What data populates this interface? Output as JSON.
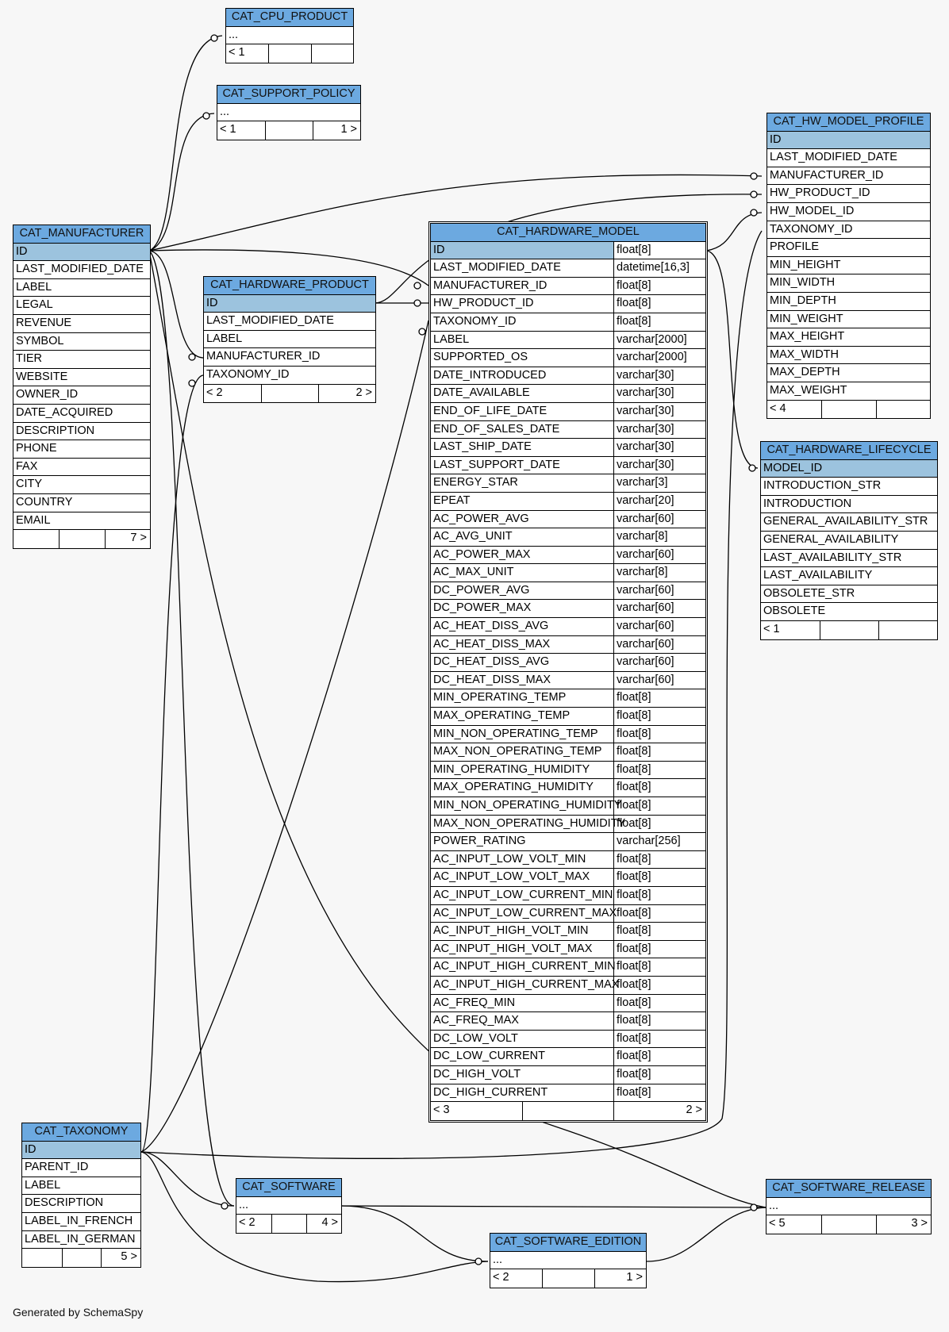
{
  "footer": "Generated by SchemaSpy",
  "tables": {
    "cpu_product": {
      "name": "CAT_CPU_PRODUCT",
      "rows": [
        "..."
      ],
      "foot": [
        "< 1",
        "",
        ""
      ]
    },
    "support_policy": {
      "name": "CAT_SUPPORT_POLICY",
      "rows": [
        "..."
      ],
      "foot": [
        "< 1",
        "",
        "1 >"
      ]
    },
    "manufacturer": {
      "name": "CAT_MANUFACTURER",
      "rows": [
        "ID",
        "LAST_MODIFIED_DATE",
        "LABEL",
        "LEGAL",
        "REVENUE",
        "SYMBOL",
        "TIER",
        "WEBSITE",
        "OWNER_ID",
        "DATE_ACQUIRED",
        "DESCRIPTION",
        "PHONE",
        "FAX",
        "CITY",
        "COUNTRY",
        "EMAIL"
      ],
      "foot": [
        "",
        "",
        "7 >"
      ]
    },
    "hardware_product": {
      "name": "CAT_HARDWARE_PRODUCT",
      "rows": [
        "ID",
        "LAST_MODIFIED_DATE",
        "LABEL",
        "MANUFACTURER_ID",
        "TAXONOMY_ID"
      ],
      "foot": [
        "< 2",
        "",
        "2 >"
      ]
    },
    "hardware_model": {
      "name": "CAT_HARDWARE_MODEL",
      "rows": [
        [
          "ID",
          "float[8]"
        ],
        [
          "LAST_MODIFIED_DATE",
          "datetime[16,3]"
        ],
        [
          "MANUFACTURER_ID",
          "float[8]"
        ],
        [
          "HW_PRODUCT_ID",
          "float[8]"
        ],
        [
          "TAXONOMY_ID",
          "float[8]"
        ],
        [
          "LABEL",
          "varchar[2000]"
        ],
        [
          "SUPPORTED_OS",
          "varchar[2000]"
        ],
        [
          "DATE_INTRODUCED",
          "varchar[30]"
        ],
        [
          "DATE_AVAILABLE",
          "varchar[30]"
        ],
        [
          "END_OF_LIFE_DATE",
          "varchar[30]"
        ],
        [
          "END_OF_SALES_DATE",
          "varchar[30]"
        ],
        [
          "LAST_SHIP_DATE",
          "varchar[30]"
        ],
        [
          "LAST_SUPPORT_DATE",
          "varchar[30]"
        ],
        [
          "ENERGY_STAR",
          "varchar[3]"
        ],
        [
          "EPEAT",
          "varchar[20]"
        ],
        [
          "AC_POWER_AVG",
          "varchar[60]"
        ],
        [
          "AC_AVG_UNIT",
          "varchar[8]"
        ],
        [
          "AC_POWER_MAX",
          "varchar[60]"
        ],
        [
          "AC_MAX_UNIT",
          "varchar[8]"
        ],
        [
          "DC_POWER_AVG",
          "varchar[60]"
        ],
        [
          "DC_POWER_MAX",
          "varchar[60]"
        ],
        [
          "AC_HEAT_DISS_AVG",
          "varchar[60]"
        ],
        [
          "AC_HEAT_DISS_MAX",
          "varchar[60]"
        ],
        [
          "DC_HEAT_DISS_AVG",
          "varchar[60]"
        ],
        [
          "DC_HEAT_DISS_MAX",
          "varchar[60]"
        ],
        [
          "MIN_OPERATING_TEMP",
          "float[8]"
        ],
        [
          "MAX_OPERATING_TEMP",
          "float[8]"
        ],
        [
          "MIN_NON_OPERATING_TEMP",
          "float[8]"
        ],
        [
          "MAX_NON_OPERATING_TEMP",
          "float[8]"
        ],
        [
          "MIN_OPERATING_HUMIDITY",
          "float[8]"
        ],
        [
          "MAX_OPERATING_HUMIDITY",
          "float[8]"
        ],
        [
          "MIN_NON_OPERATING_HUMIDITY",
          "float[8]"
        ],
        [
          "MAX_NON_OPERATING_HUMIDITY",
          "float[8]"
        ],
        [
          "POWER_RATING",
          "varchar[256]"
        ],
        [
          "AC_INPUT_LOW_VOLT_MIN",
          "float[8]"
        ],
        [
          "AC_INPUT_LOW_VOLT_MAX",
          "float[8]"
        ],
        [
          "AC_INPUT_LOW_CURRENT_MIN",
          "float[8]"
        ],
        [
          "AC_INPUT_LOW_CURRENT_MAX",
          "float[8]"
        ],
        [
          "AC_INPUT_HIGH_VOLT_MIN",
          "float[8]"
        ],
        [
          "AC_INPUT_HIGH_VOLT_MAX",
          "float[8]"
        ],
        [
          "AC_INPUT_HIGH_CURRENT_MIN",
          "float[8]"
        ],
        [
          "AC_INPUT_HIGH_CURRENT_MAX",
          "float[8]"
        ],
        [
          "AC_FREQ_MIN",
          "float[8]"
        ],
        [
          "AC_FREQ_MAX",
          "float[8]"
        ],
        [
          "DC_LOW_VOLT",
          "float[8]"
        ],
        [
          "DC_LOW_CURRENT",
          "float[8]"
        ],
        [
          "DC_HIGH_VOLT",
          "float[8]"
        ],
        [
          "DC_HIGH_CURRENT",
          "float[8]"
        ]
      ],
      "foot": [
        "< 3",
        "",
        "2 >"
      ]
    },
    "hw_model_profile": {
      "name": "CAT_HW_MODEL_PROFILE",
      "rows": [
        "ID",
        "LAST_MODIFIED_DATE",
        "MANUFACTURER_ID",
        "HW_PRODUCT_ID",
        "HW_MODEL_ID",
        "TAXONOMY_ID",
        "PROFILE",
        "MIN_HEIGHT",
        "MIN_WIDTH",
        "MIN_DEPTH",
        "MIN_WEIGHT",
        "MAX_HEIGHT",
        "MAX_WIDTH",
        "MAX_DEPTH",
        "MAX_WEIGHT"
      ],
      "foot": [
        "< 4",
        "",
        ""
      ]
    },
    "hardware_lifecycle": {
      "name": "CAT_HARDWARE_LIFECYCLE",
      "rows": [
        "MODEL_ID",
        "INTRODUCTION_STR",
        "INTRODUCTION",
        "GENERAL_AVAILABILITY_STR",
        "GENERAL_AVAILABILITY",
        "LAST_AVAILABILITY_STR",
        "LAST_AVAILABILITY",
        "OBSOLETE_STR",
        "OBSOLETE"
      ],
      "foot": [
        "< 1",
        "",
        ""
      ]
    },
    "taxonomy": {
      "name": "CAT_TAXONOMY",
      "rows": [
        "ID",
        "PARENT_ID",
        "LABEL",
        "DESCRIPTION",
        "LABEL_IN_FRENCH",
        "LABEL_IN_GERMAN"
      ],
      "foot": [
        "",
        "",
        "5 >"
      ]
    },
    "software": {
      "name": "CAT_SOFTWARE",
      "rows": [
        "..."
      ],
      "foot": [
        "< 2",
        "",
        "4 >"
      ]
    },
    "software_release": {
      "name": "CAT_SOFTWARE_RELEASE",
      "rows": [
        "..."
      ],
      "foot": [
        "< 5",
        "",
        "3 >"
      ]
    },
    "software_edition": {
      "name": "CAT_SOFTWARE_EDITION",
      "rows": [
        "..."
      ],
      "foot": [
        "< 2",
        "",
        "1 >"
      ]
    }
  }
}
